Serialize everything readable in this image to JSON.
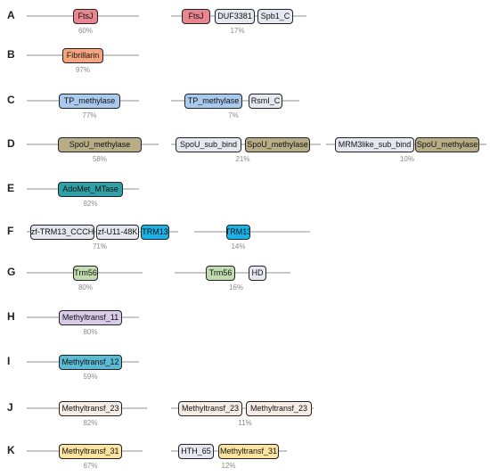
{
  "colors": {
    "ftsj": "#e8858e",
    "fibrillarin": "#f4a57d",
    "tp_methylase": "#a9c9ee",
    "spou": "#b7ad86",
    "adomet": "#2fa0a8",
    "trm13": "#1ab2e6",
    "trm56": "#c2dcb0",
    "mt11": "#d7cbe8",
    "mt12": "#5cbbd4",
    "mt23": "#f6ece6",
    "mt31": "#fbe3a0",
    "neutral": "#e5e8ef"
  },
  "rows": [
    {
      "letter": "A",
      "archs": [
        {
          "pct": "60%",
          "domains": [
            {
              "label": "FtsJ",
              "color": "ftsj"
            }
          ]
        },
        {
          "pct": "17%",
          "domains": [
            {
              "label": "FtsJ",
              "color": "ftsj"
            },
            {
              "label": "DUF3381",
              "color": "neutral"
            },
            {
              "label": "Spb1_C",
              "color": "neutral"
            }
          ]
        }
      ]
    },
    {
      "letter": "B",
      "archs": [
        {
          "pct": "97%",
          "domains": [
            {
              "label": "Fibrillarin",
              "color": "fibrillarin"
            }
          ]
        }
      ]
    },
    {
      "letter": "C",
      "archs": [
        {
          "pct": "77%",
          "domains": [
            {
              "label": "TP_methylase",
              "color": "tp_methylase"
            }
          ]
        },
        {
          "pct": "7%",
          "domains": [
            {
              "label": "TP_methylase",
              "color": "tp_methylase"
            },
            {
              "label": "RsmI_C",
              "color": "neutral"
            }
          ]
        }
      ]
    },
    {
      "letter": "D",
      "archs": [
        {
          "pct": "58%",
          "domains": [
            {
              "label": "SpoU_methylase",
              "color": "spou"
            }
          ]
        },
        {
          "pct": "21%",
          "domains": [
            {
              "label": "SpoU_sub_bind",
              "color": "neutral"
            },
            {
              "label": "SpoU_methylase",
              "color": "spou"
            }
          ]
        },
        {
          "pct": "10%",
          "domains": [
            {
              "label": "MRM3like_sub_bind",
              "color": "neutral"
            },
            {
              "label": "SpoU_methylase",
              "color": "spou"
            }
          ]
        }
      ]
    },
    {
      "letter": "E",
      "archs": [
        {
          "pct": "92%",
          "domains": [
            {
              "label": "AdoMet_MTase",
              "color": "adomet"
            }
          ]
        }
      ]
    },
    {
      "letter": "F",
      "archs": [
        {
          "pct": "71%",
          "domains": [
            {
              "label": "zf-TRM13_CCCH",
              "color": "neutral"
            },
            {
              "label": "zf-U11-48K",
              "color": "neutral"
            },
            {
              "label": "TRM13",
              "color": "trm13"
            }
          ]
        },
        {
          "pct": "14%",
          "domains": [
            {
              "label": "TRM13",
              "color": "trm13"
            }
          ]
        }
      ]
    },
    {
      "letter": "G",
      "archs": [
        {
          "pct": "80%",
          "domains": [
            {
              "label": "Trm56",
              "color": "trm56"
            }
          ]
        },
        {
          "pct": "16%",
          "domains": [
            {
              "label": "Trm56",
              "color": "trm56"
            },
            {
              "label": "HD",
              "color": "neutral"
            }
          ]
        }
      ]
    },
    {
      "letter": "H",
      "archs": [
        {
          "pct": "80%",
          "domains": [
            {
              "label": "Methyltransf_11",
              "color": "mt11"
            }
          ]
        }
      ]
    },
    {
      "letter": "I",
      "archs": [
        {
          "pct": "59%",
          "domains": [
            {
              "label": "Methyltransf_12",
              "color": "mt12"
            }
          ]
        }
      ]
    },
    {
      "letter": "J",
      "archs": [
        {
          "pct": "82%",
          "domains": [
            {
              "label": "Methyltransf_23",
              "color": "mt23"
            }
          ]
        },
        {
          "pct": "11%",
          "domains": [
            {
              "label": "Methyltransf_23",
              "color": "mt23"
            },
            {
              "label": "Methyltransf_23",
              "color": "mt23"
            }
          ]
        }
      ]
    },
    {
      "letter": "K",
      "archs": [
        {
          "pct": "67%",
          "domains": [
            {
              "label": "Methyltransf_31",
              "color": "mt31"
            }
          ]
        },
        {
          "pct": "12%",
          "domains": [
            {
              "label": "HTH_65",
              "color": "neutral"
            },
            {
              "label": "Methyltransf_31",
              "color": "mt31"
            }
          ]
        }
      ]
    }
  ]
}
